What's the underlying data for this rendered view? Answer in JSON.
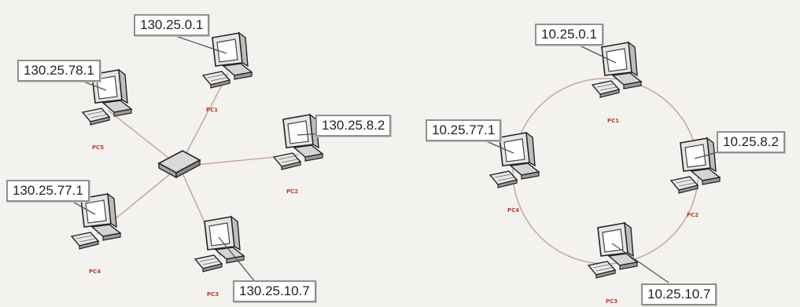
{
  "colors": {
    "background": "#f4f2ef",
    "link": "#c7aaa6",
    "pc_label": "#c0392b",
    "callout_border": "#8f8f8f"
  },
  "star_topology": {
    "center_icon": "switch-icon",
    "nodes": [
      {
        "ip": "130.25.0.1",
        "pc_tag": "PC1"
      },
      {
        "ip": "130.25.78.1",
        "pc_tag": "PC5"
      },
      {
        "ip": "130.25.8.2",
        "pc_tag": "PC2"
      },
      {
        "ip": "130.25.77.1",
        "pc_tag": "PC4"
      },
      {
        "ip": "130.25.10.7",
        "pc_tag": "PC3"
      }
    ]
  },
  "ring_topology": {
    "nodes": [
      {
        "ip": "10.25.0.1",
        "pc_tag": "PC1"
      },
      {
        "ip": "10.25.77.1",
        "pc_tag": "PC4"
      },
      {
        "ip": "10.25.8.2",
        "pc_tag": "PC2"
      },
      {
        "ip": "10.25.10.7",
        "pc_tag": "PC3"
      }
    ]
  }
}
